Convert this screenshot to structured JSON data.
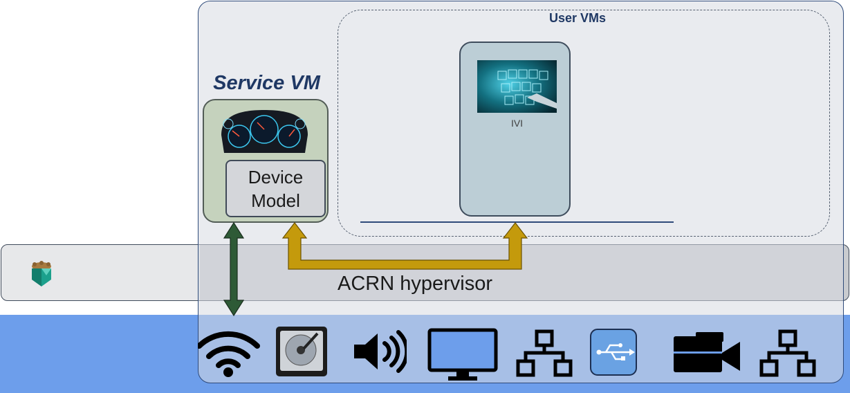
{
  "diagram": {
    "user_vms_title": "User VMs",
    "service_vm_title": "Service VM",
    "device_model_line1": "Device",
    "device_model_line2": "Model",
    "ivi_label": "IVI",
    "hypervisor_label": "ACRN hypervisor"
  },
  "hardware_icons": [
    "wifi-icon",
    "hard-disk-icon",
    "speaker-icon",
    "monitor-icon",
    "network-icon",
    "usb-icon",
    "video-camera-icon",
    "network-icon"
  ],
  "colors": {
    "hardware_band": "#6d9eeb",
    "service_vm_fill": "#c5d2bd",
    "ivi_fill": "#bcced6",
    "arrow_gold": "#c49a0c",
    "arrow_green": "#2e5a36",
    "title_navy": "#1f3864"
  }
}
